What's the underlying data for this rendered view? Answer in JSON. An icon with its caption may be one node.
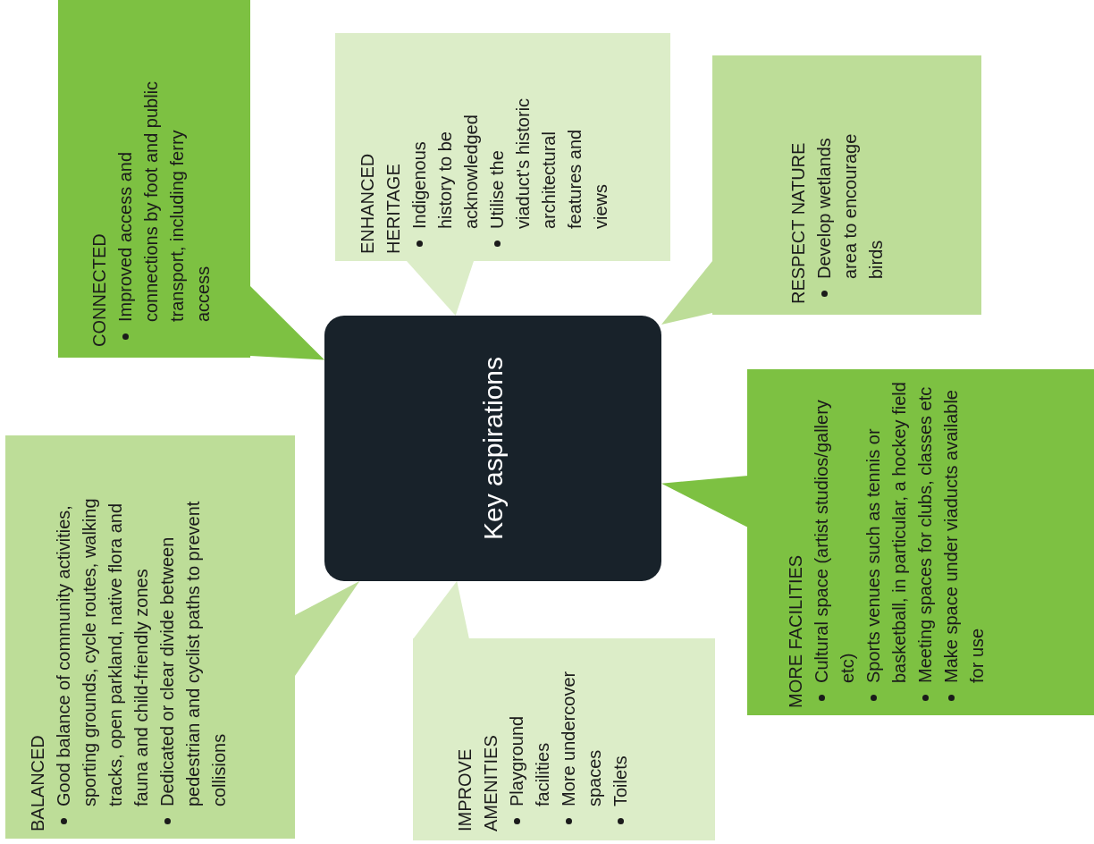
{
  "diagram": {
    "nodes": [
      {
        "text": [
          "Key aspirations"
        ]
      },
      {
        "text": [
          "CONNECTED",
          "Improved access and connections by foot and public transport, including ferry access"
        ]
      },
      {
        "text": [
          "ENHANCED HERITAGE",
          "Indigenous history to be acknowledged",
          "Utilise the viaduct's historic architectural features and views"
        ]
      },
      {
        "text": [
          "RESPECT NATURE",
          "Develop wetlands area to encourage birds"
        ]
      },
      {
        "text": [
          "MORE FACILITIES",
          "Cultural space (artist studios/gallery etc)",
          "Sports venues such as tennis or basketball, in particular, a hockey field",
          "Meeting spaces for clubs, classes etc",
          "Make space under viaducts available for use"
        ]
      },
      {
        "text": [
          "IMPROVE AMENITIES",
          "Playground facilities",
          "More undercover spaces",
          "Toilets"
        ]
      },
      {
        "text": [
          "BALANCED",
          "Good balance of community activities, sporting grounds, cycle routes, walking tracks, open parkland, native flora and fauna and child-friendly zones",
          "Dedicated or clear divide between pedestrian and cyclist paths to prevent collisions"
        ]
      }
    ],
    "edges": [
      {
        "from": 1,
        "to": 0,
        "arrow": "to",
        "color": "#7dc142"
      },
      {
        "from": 2,
        "to": 0,
        "arrow": "to",
        "color": "#dcedc8"
      },
      {
        "from": 3,
        "to": 0,
        "arrow": "to",
        "color": "#bddd98"
      },
      {
        "from": 4,
        "to": 0,
        "arrow": "to",
        "color": "#7dc142"
      },
      {
        "from": 5,
        "to": 0,
        "arrow": "to",
        "color": "#dcedc8"
      },
      {
        "from": 6,
        "to": 0,
        "arrow": "to",
        "color": "#bddd98"
      }
    ]
  }
}
